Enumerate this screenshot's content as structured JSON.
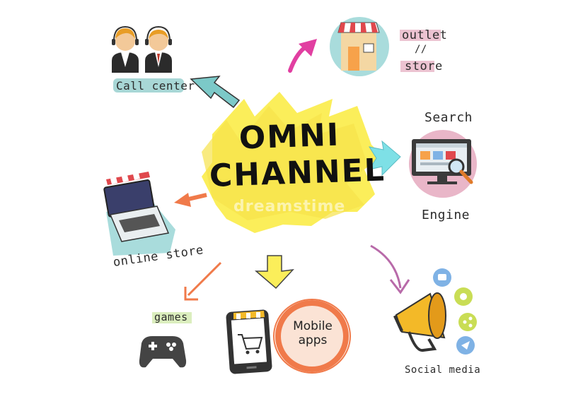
{
  "center": {
    "line1": "OMNI",
    "line2": "CHANNEL",
    "watermark": "dreamstime"
  },
  "nodes": {
    "call_center": "Call center",
    "outlet_line1": "outlet",
    "outlet_line2": "//",
    "outlet_line3": "store",
    "search_line1": "Search",
    "search_line2": "Engine",
    "online_store": "online store",
    "games": "games",
    "mobile_line1": "Mobile",
    "mobile_line2": "apps",
    "social_media": "Social media"
  },
  "colors": {
    "highlight_yellow": "#fbee5a",
    "teal": "#7cc9c8",
    "magenta": "#e13fa1",
    "orange": "#f07a4a",
    "pink_circle": "#e9b6c8",
    "purple": "#b86aa9",
    "megaphone": "#f3b928"
  }
}
